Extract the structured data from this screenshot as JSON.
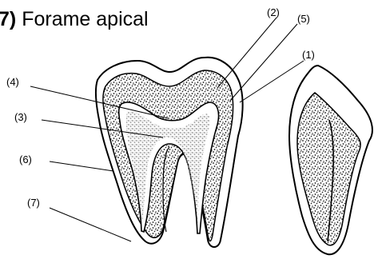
{
  "caption": {
    "number": "7)",
    "text": "Forame apical"
  },
  "labels": {
    "l1": "(1)",
    "l2": "(2)",
    "l3": "(3)",
    "l4": "(4)",
    "l5": "(5)",
    "l6": "(6)",
    "l7": "(7)"
  }
}
